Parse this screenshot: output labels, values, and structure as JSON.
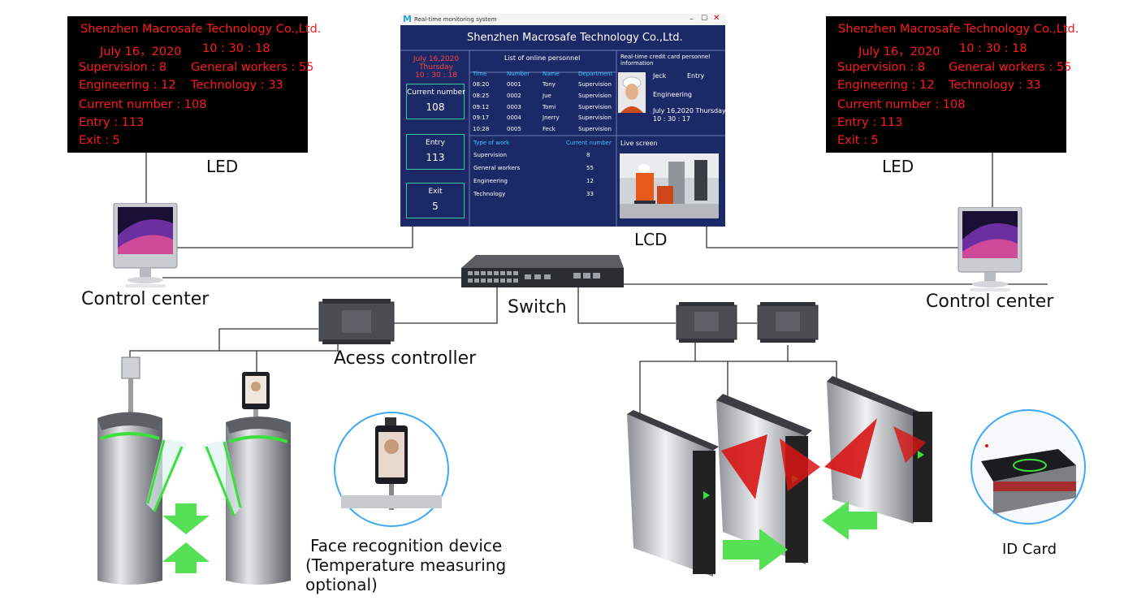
{
  "led_left": {
    "company": "Shenzhen Macrosafe Technology Co.,Ltd.",
    "date": "July 16，2020",
    "time": "10 : 30 : 18",
    "supervision": "Supervision : 8",
    "general_workers": "General workers : 55",
    "engineering": "Engineering : 12",
    "technology": "Technology : 33",
    "current_number": "Current number : 108",
    "entry": "Entry : 113",
    "exit": "Exit : 5"
  },
  "led_right": {
    "company": "Shenzhen Macrosafe Technology Co.,Ltd.",
    "date": "July 16，2020",
    "time": "10 : 30 : 18",
    "supervision": "Supervision : 8",
    "general_workers": "General workers : 55",
    "engineering": "Engineering : 12",
    "technology": "Technology : 33",
    "current_number": "Current number : 108",
    "entry": "Entry : 113",
    "exit": "Exit : 5"
  },
  "labels": {
    "led_left": "LED",
    "led_right": "LED",
    "lcd": "LCD",
    "control_center_left": "Control center",
    "control_center_right": "Control center",
    "switch": "Switch",
    "access_controller": "Acess controller",
    "face_line1": "Face recognition device",
    "face_line2": "(Temperature measuring",
    "face_line3": "optional)",
    "id_card": "ID Card"
  },
  "lcd": {
    "logo": "M",
    "window_title": "Real-time monitoring system",
    "title": "Shenzhen Macrosafe Technology Co.,Ltd.",
    "date": "July 16,2020",
    "weekday": "Thursday",
    "time": "10 : 30 : 18",
    "current_number_label": "Current number",
    "current_number": "108",
    "entry_label": "Entry",
    "entry": "113",
    "exit_label": "Exit",
    "exit": "5",
    "online_title": "List of online personnel",
    "columns": [
      "Time",
      "Number",
      "Name",
      "Department"
    ],
    "rows": [
      [
        "08:20",
        "0001",
        "Tony",
        "Supervision"
      ],
      [
        "08:25",
        "0002",
        "Jue",
        "Supervision"
      ],
      [
        "09:12",
        "0003",
        "Tomi",
        "Supervision"
      ],
      [
        "09:17",
        "0004",
        "Jnerry",
        "Supervision"
      ],
      [
        "10:28",
        "0005",
        "Feck",
        "Supervision"
      ]
    ],
    "work_type_header": "Type of work",
    "work_count_header": "Current number",
    "work_rows": [
      [
        "Supervision",
        "8"
      ],
      [
        "General workers",
        "55"
      ],
      [
        "Engineering",
        "12"
      ],
      [
        "Technology",
        "33"
      ]
    ],
    "card_title_1": "Real-time credit card personnel",
    "card_title_2": "information",
    "card_name": "Jeck",
    "card_action": "Entry",
    "card_dept": "Engineering",
    "card_date": "July 16,2020 Thursday",
    "card_time": "10 : 30 : 17",
    "live_title": "Live screen"
  },
  "colors": {
    "led_text": "#ff1a1a",
    "lcd_background": "#1b2a66",
    "turnstile_light": "#3be03b",
    "flap_red": "#d81414",
    "arrow_green": "#55e055"
  }
}
